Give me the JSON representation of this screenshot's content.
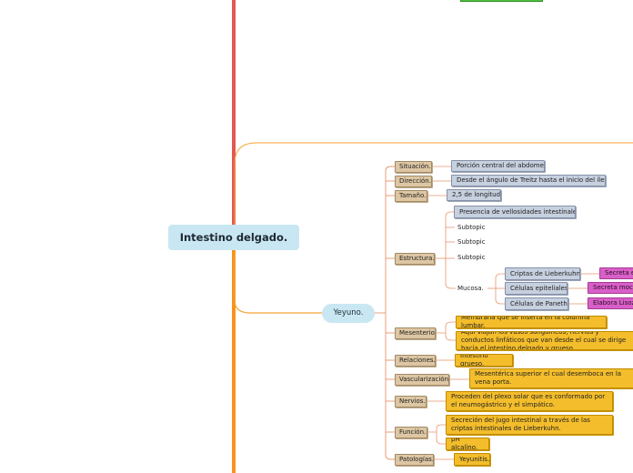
{
  "root": {
    "label": "Intestino delgado."
  },
  "branch": {
    "label": "Yeyuno."
  },
  "colors": {
    "red_branch": "#e05a52",
    "orange_branch": "#f7931e",
    "root_fill": "#c9e7f2",
    "category_fill": "#ddc6a3",
    "detail_grey": "#c7d0df",
    "detail_gold": "#f3bd2b",
    "detail_pink": "#d95fc8",
    "top_box": "#4cc23e"
  },
  "categories": {
    "situacion": "Situación.",
    "direccion": "Dirección.",
    "tamano": "Tamaño.",
    "estructura": "Estructura.",
    "mesenterio": "Mesenterio.",
    "relaciones": "Relaciones.",
    "vascularizacion": "Vascularización.",
    "nervios": "Nervios.",
    "funcion": "Función.",
    "patologias": "Patologías."
  },
  "details": {
    "situacion": "Porción central del abdomen.",
    "direccion": "Desde el ángulo de Treitz hasta el inicio del íleon.",
    "tamano": "2,5 de longitud.",
    "estructura_1": "Presencia de vellosidades intestinales.",
    "subtopic_1": "Subtopic",
    "subtopic_2": "Subtopic",
    "subtopic_3": "Subtopic",
    "mucosa": "Mucosa.",
    "criptas": "Criptas de Lieberkuhn.",
    "epiteliales": "Células epiteliales.",
    "paneth": "Células de Paneth.",
    "criptas_fn": "Secreta el",
    "epiteliales_fn": "Secreta moco.",
    "paneth_fn": "Elabora Lisozima",
    "mesenterio_1": "Membrana que se inserta en la columna lumbar.",
    "mesenterio_2": "Aquí viajan los vasos sanguíneos, nervios y conductos linfáticos que van desde el cual se dirige hacia el intestino delgado y grueso.",
    "relaciones": "Intestino grueso.",
    "vascularizacion": "Mesentérica superior el cual desemboca en la vena porta.",
    "nervios": "Proceden del plexo solar que es conformado por el neumogástrico y el simpático.",
    "funcion_1": "Secreción del jugo intestinal a través de las criptas intestinales de Lieberkuhn.",
    "funcion_2": "pH alcalino.",
    "patologias": "Yeyunitis."
  }
}
